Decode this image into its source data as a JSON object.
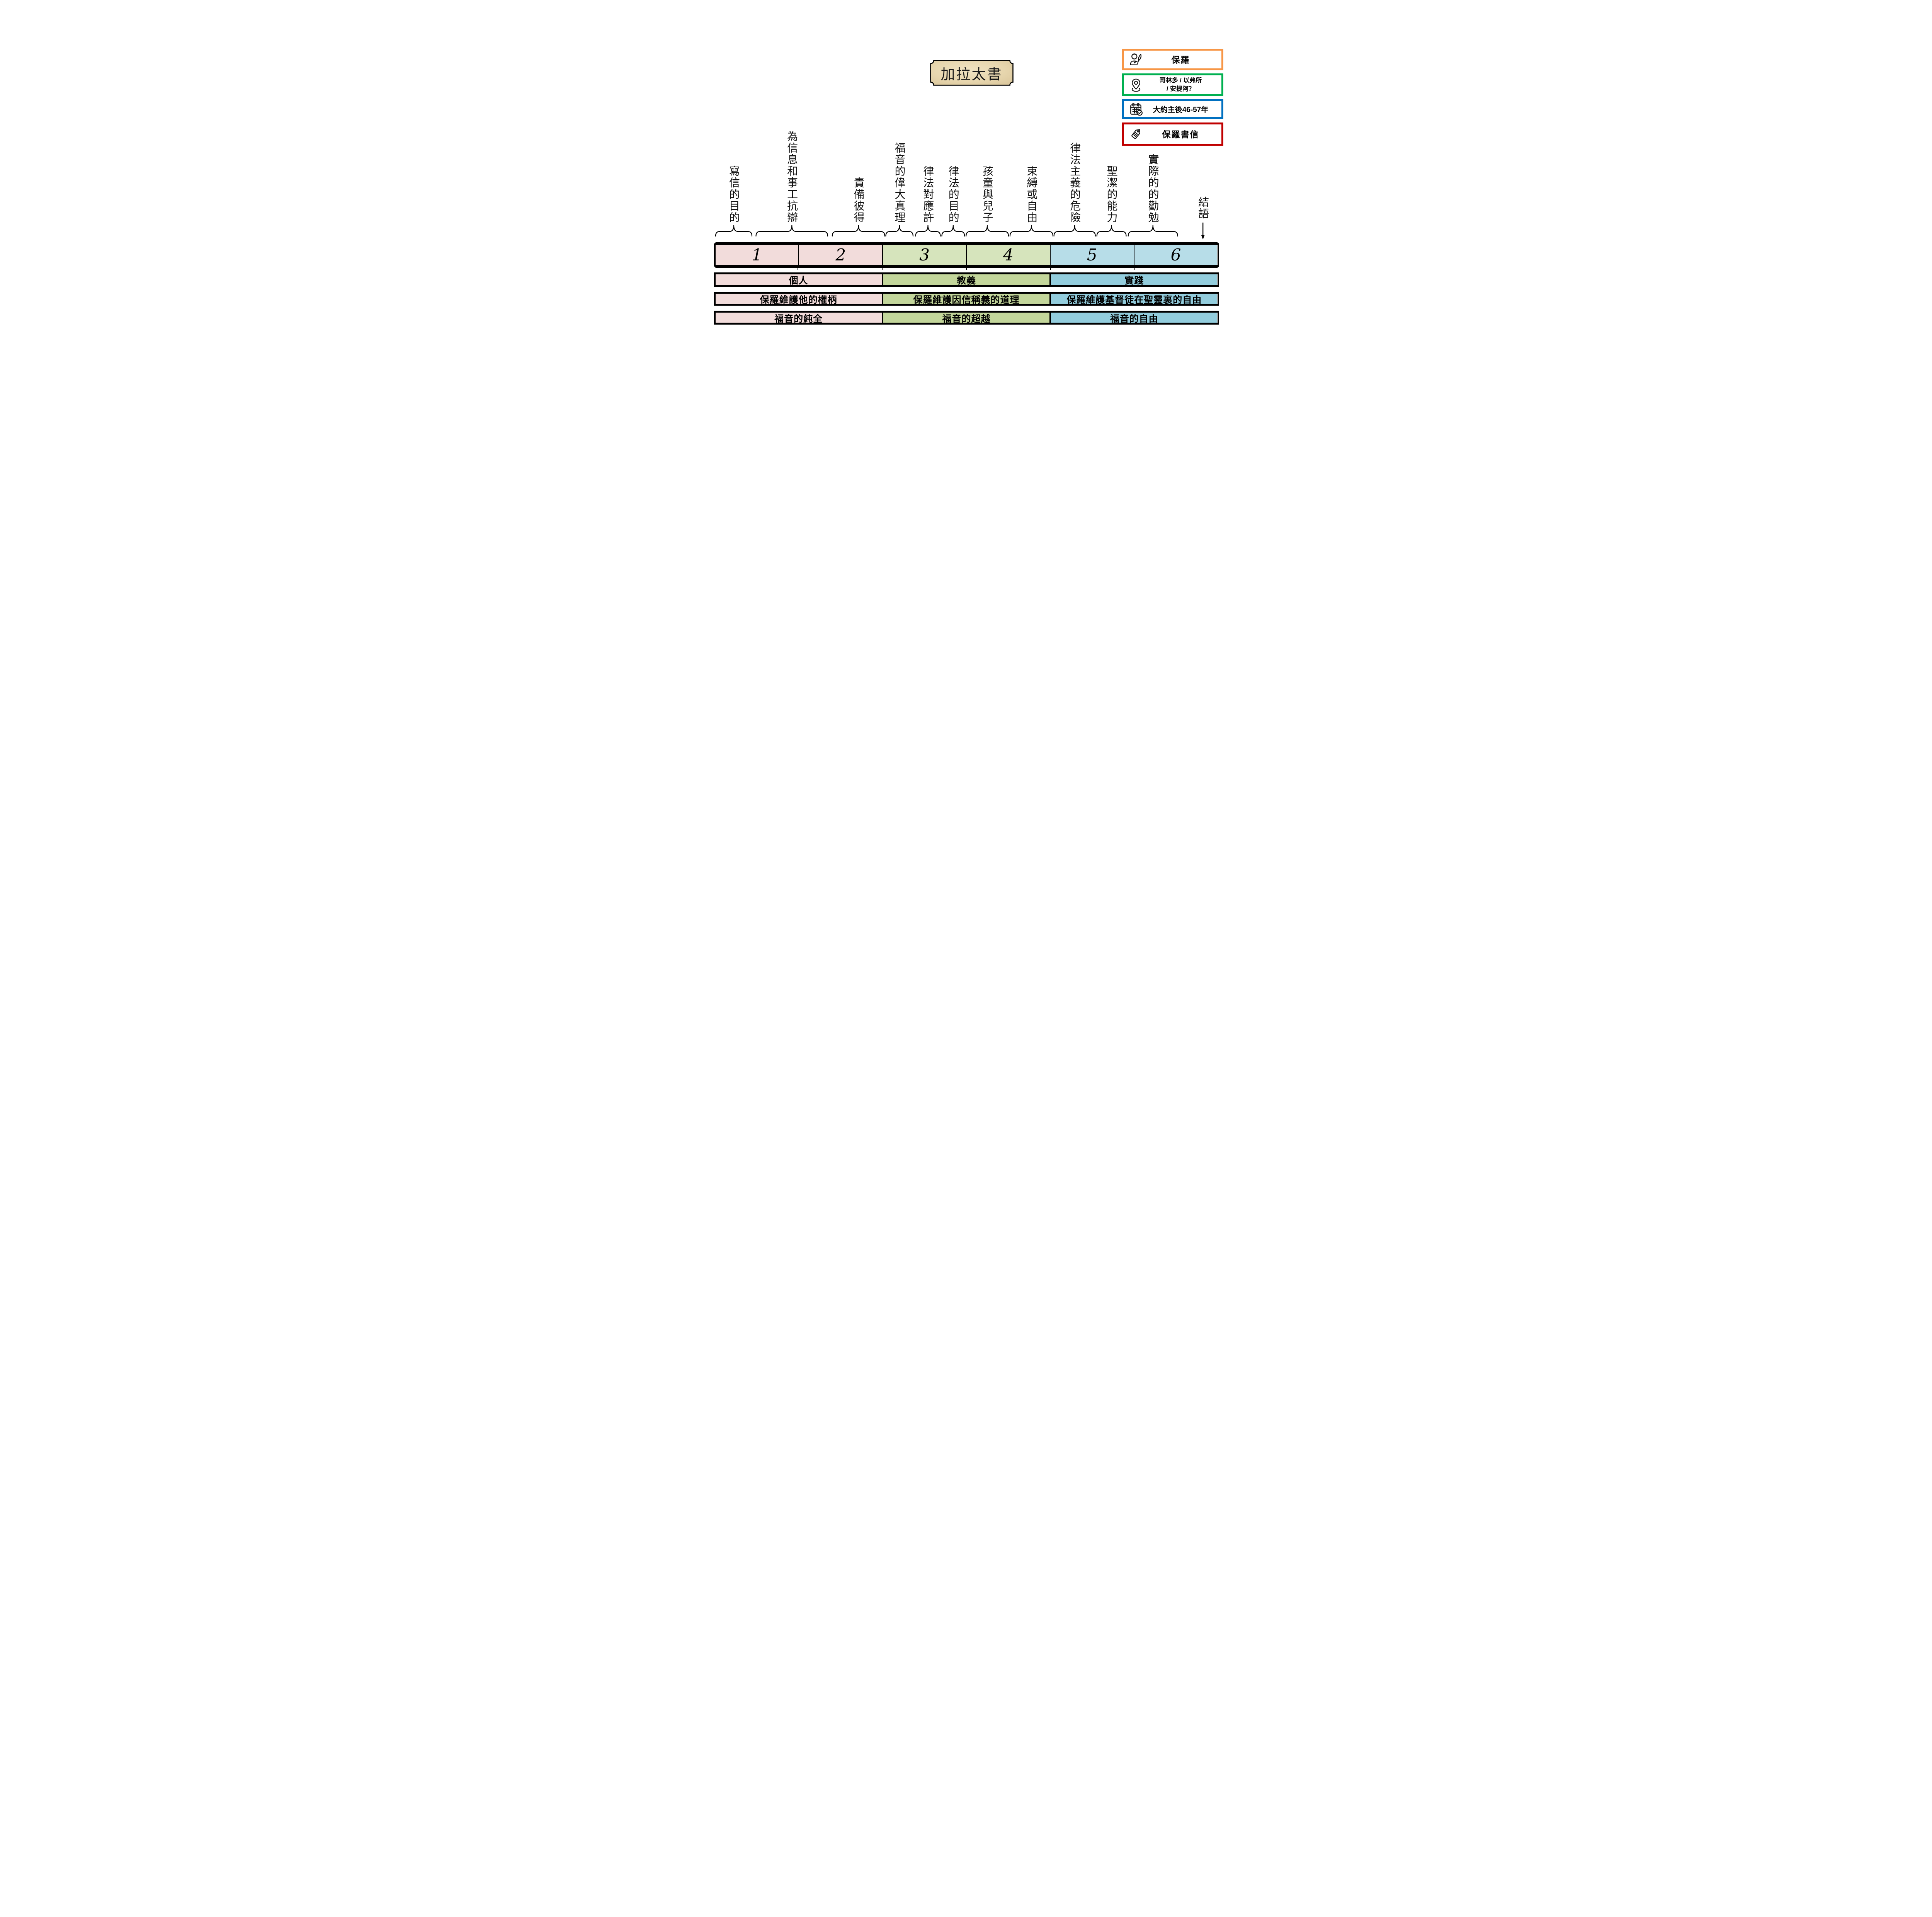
{
  "title": "加拉太書",
  "legend": {
    "items": [
      {
        "id": "author",
        "icon": "author-icon",
        "border_color": "#F79646",
        "lines": [
          "保羅"
        ]
      },
      {
        "id": "place",
        "icon": "location-pin-icon",
        "border_color": "#00B050",
        "lines": [
          "哥林多 / 以弗所",
          "/ 安提阿？"
        ]
      },
      {
        "id": "date",
        "icon": "calendar-icon",
        "border_color": "#0070C0",
        "lines": [
          "大約主後46-57年"
        ]
      },
      {
        "id": "category",
        "icon": "tag-icon",
        "border_color": "#C00000",
        "lines": [
          "保羅書信"
        ]
      }
    ]
  },
  "timeline": {
    "chapters": [
      {
        "label": "1",
        "color": "#F2DCDB"
      },
      {
        "label": "2",
        "color": "#F2DCDB"
      },
      {
        "label": "3",
        "color": "#D6E4BC"
      },
      {
        "label": "4",
        "color": "#D6E4BC"
      },
      {
        "label": "5",
        "color": "#B7DDE8"
      },
      {
        "label": "6",
        "color": "#B7DDE8"
      }
    ],
    "section_labels": [
      {
        "text": "寫信的目的",
        "span_pct": [
          0.3,
          7.5
        ]
      },
      {
        "text": "為信息和事工抗辯",
        "span_pct": [
          8.3,
          22.5
        ]
      },
      {
        "text": "責備彼得",
        "span_pct": [
          23.4,
          33.8
        ]
      },
      {
        "text": "福音的偉大真理",
        "span_pct": [
          34.0,
          39.4
        ]
      },
      {
        "text": "律法對應許",
        "span_pct": [
          39.9,
          44.8
        ]
      },
      {
        "text": "律法的目的",
        "span_pct": [
          45.1,
          49.6
        ]
      },
      {
        "text": "孩童與兒子",
        "span_pct": [
          49.9,
          58.3
        ]
      },
      {
        "text": "束縛或自由",
        "span_pct": [
          58.6,
          67.1
        ]
      },
      {
        "text": "律法主義的危險",
        "span_pct": [
          67.3,
          75.5
        ]
      },
      {
        "text": "聖潔的能力",
        "span_pct": [
          75.8,
          81.6
        ]
      },
      {
        "text": "實際的的勸勉",
        "span_pct": [
          82.0,
          91.8
        ]
      },
      {
        "text": "結語",
        "arrow_at_pct": 96.8
      }
    ]
  },
  "summary_rows": [
    {
      "name": "theme-row",
      "cells": [
        {
          "text": "個人",
          "color": "#F2DCDB"
        },
        {
          "text": "教義",
          "color": "#C3D69B"
        },
        {
          "text": "實踐",
          "color": "#93CDDD"
        }
      ]
    },
    {
      "name": "defense-row",
      "cells": [
        {
          "text": "保羅維護他的權柄",
          "color": "#F2DCDB"
        },
        {
          "text": "保羅維護因信稱義的道理",
          "color": "#C3D69B"
        },
        {
          "text": "保羅維護基督徒在聖靈裏的自由",
          "color": "#93CDDD"
        }
      ]
    },
    {
      "name": "gospel-row",
      "cells": [
        {
          "text": "福音的純全",
          "color": "#F2DCDB"
        },
        {
          "text": "福音的超越",
          "color": "#C3D69B"
        },
        {
          "text": "福音的自由",
          "color": "#93CDDD"
        }
      ]
    }
  ]
}
